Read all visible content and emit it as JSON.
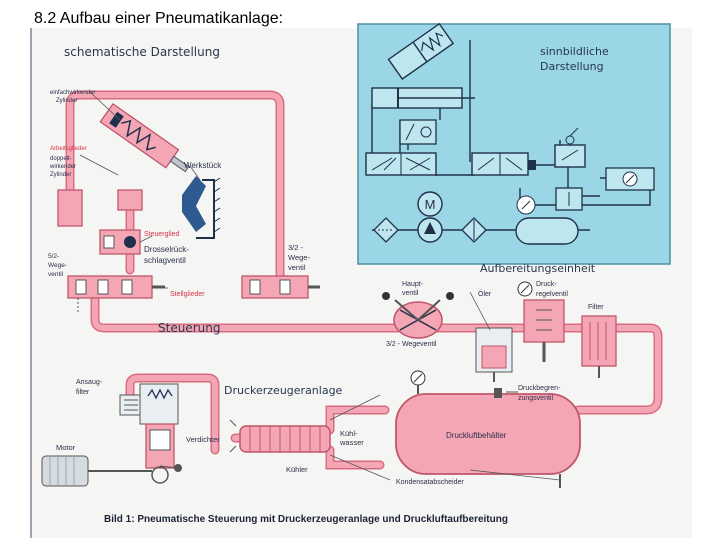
{
  "slide": {
    "title": "8.2 Aufbau einer Pneumatikanlage:"
  },
  "labels": {
    "schematic": "schematische Darstellung",
    "symbolic_1": "sinnbildliche",
    "symbolic_2": "Darstellung",
    "single_cyl_1": "einfachwirkender",
    "single_cyl_2": "Zylinder",
    "double_cyl_red": "Arbeitsglieder",
    "double_cyl_1": "doppelt-",
    "double_cyl_2": "wirkender",
    "double_cyl_3": "Zylinder",
    "workpiece": "Werkstück",
    "control_element": "Steuerglied",
    "throttle_1": "Drosselrück-",
    "throttle_2": "schlagventil",
    "valve32_1": "3/2 -",
    "valve32_2": "Wege-",
    "valve32_3": "ventil",
    "valve52_1": "5/2-",
    "valve52_2": "Wege-",
    "valve52_3": "ventil",
    "actuators": "Stellglieder",
    "control": "Steuerung",
    "treatment_unit": "Aufbereitungseinheit",
    "main_valve_1": "Haupt-",
    "main_valve_2": "ventil",
    "oiler": "Öler",
    "pressure_reg_1": "Druck-",
    "pressure_reg_2": "regelventil",
    "filter": "Filter",
    "valve32_main": "3/2 - Wegeventil",
    "intake_1": "Ansaug-",
    "intake_2": "filter",
    "pressure_plant": "Druckerzeugeranlage",
    "relief_1": "Druckbegren-",
    "relief_2": "zungsventil",
    "compressor": "Verdichter",
    "cooling_1": "Kühl-",
    "cooling_2": "wasser",
    "tank": "Druckluftbehälter",
    "motor": "Motor",
    "cooler": "Kühler",
    "drain": "Kondensatabscheider",
    "m_symbol": "M",
    "caption": "Bild 1: Pneumatische Steuerung mit Druckerzeugeranlage und Druckluftaufbereitung"
  },
  "colors": {
    "pipe": "#f4a6b4",
    "pipe_edge": "#d96b80",
    "blue_panel": "#9ad6e6",
    "ink": "#2b2f4a",
    "red_text": "#d4344c"
  }
}
